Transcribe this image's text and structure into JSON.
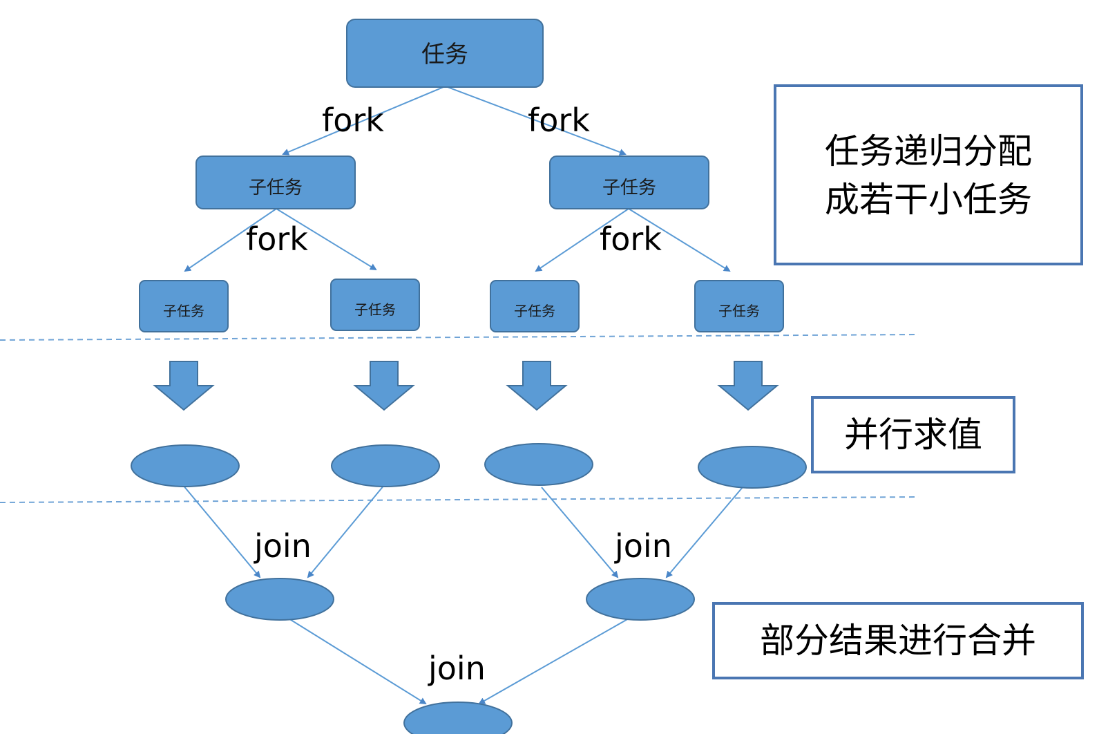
{
  "root": {
    "label": "任务"
  },
  "level1": [
    {
      "label": "子任务"
    },
    {
      "label": "子任务"
    }
  ],
  "level2": [
    {
      "label": "子任务"
    },
    {
      "label": "子任务"
    },
    {
      "label": "子任务"
    },
    {
      "label": "子任务"
    }
  ],
  "edge_labels": {
    "fork_root_left": "fork",
    "fork_root_right": "fork",
    "fork_left": "fork",
    "fork_right": "fork",
    "join_left": "join",
    "join_right": "join",
    "join_final": "join"
  },
  "notes": {
    "split": {
      "line1": "任务递归分配",
      "line2": "成若干小任务"
    },
    "parallel": "并行求值",
    "merge": "部分结果进行合并"
  },
  "colors": {
    "node_fill": "#5b9bd5",
    "node_border": "#41719c",
    "note_border": "#4a76b2"
  }
}
